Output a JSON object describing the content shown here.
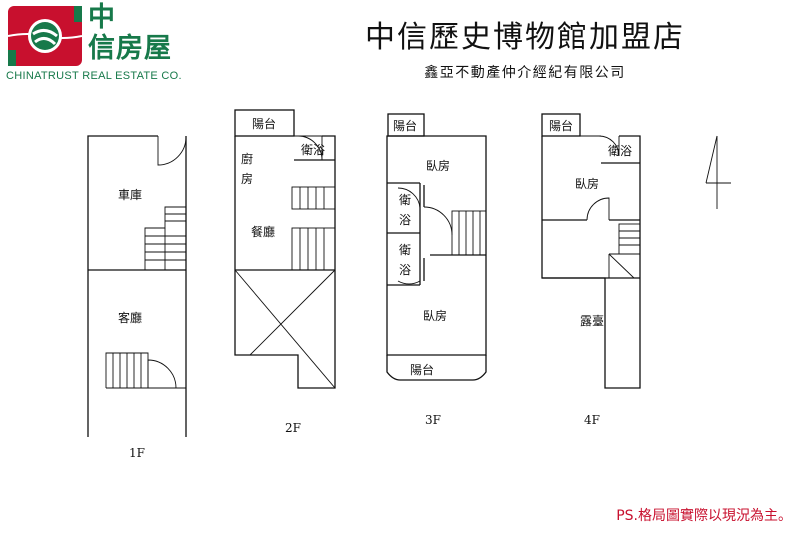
{
  "brand": {
    "name_cn_line1": "中",
    "name_cn_line2": "信房屋",
    "name_en": "CHINATRUST REAL ESTATE CO.",
    "color": "#17794a",
    "accent": "#c8102e"
  },
  "title": "中信歷史博物館加盟店",
  "subtitle": "鑫亞不動產仲介經紀有限公司",
  "note": "PS.格局圖實際以現況為主。",
  "compass_icon": "north-arrow-icon",
  "floors": {
    "f1": {
      "label": "1F",
      "garage": "車庫",
      "living": "客廳"
    },
    "f2": {
      "label": "2F",
      "balcony": "陽台",
      "bath": "衛浴",
      "kitchen_line1": "廚",
      "kitchen_line2": "房",
      "dining": "餐廳"
    },
    "f3": {
      "label": "3F",
      "balcony_top": "陽台",
      "bedroom_top": "臥房",
      "bath1_line1": "衛",
      "bath1_line2": "浴",
      "bath2_line1": "衛",
      "bath2_line2": "浴",
      "bedroom_bottom": "臥房",
      "balcony_bottom": "陽台"
    },
    "f4": {
      "label": "4F",
      "balcony": "陽台",
      "bath": "衛浴",
      "bedroom": "臥房",
      "terrace": "露臺"
    }
  }
}
